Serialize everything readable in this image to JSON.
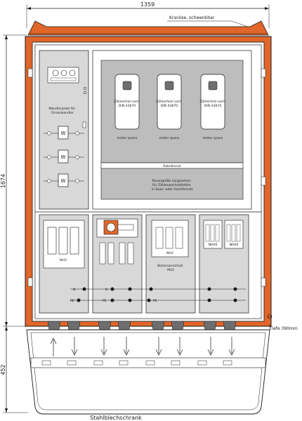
{
  "dimensions": {
    "width": "1359",
    "height_top": "1674",
    "height_bottom": "452"
  },
  "labels": {
    "crane_eye": "Kranöse, schwenkbar",
    "converter_space": "Wandlerplatz für Einzelwandler",
    "meter_field": "Zählerfeld nach DIN 43870",
    "meter_space": "meter space",
    "cable_channel": "Kabelkanal",
    "space_note": "Raumgröße vorgesehen für Zählerwechseltafeln in Quer- oder Hochformat",
    "fuse_nh00": "NH00",
    "fuse_nh1": "NH1",
    "bolt_connection": "Bolzenanschluß M10",
    "n_bar": "N",
    "pe_bar": "PE",
    "w_label": "W",
    "depth": "Tiefe 390mm",
    "base": "Stahlblechschrank"
  },
  "colors": {
    "cabinet": "#e0662a",
    "inner_panel": "#d8d8d8",
    "meter_area": "#bdbdbd",
    "line": "#1a1a1a"
  }
}
